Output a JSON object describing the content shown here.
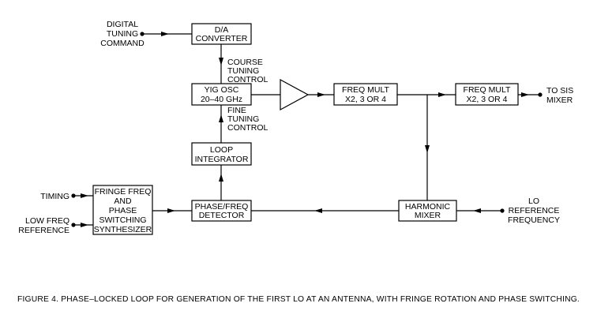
{
  "diagram": {
    "inputs": {
      "digital_tuning": [
        "DIGITAL",
        "TUNING",
        "COMMAND"
      ],
      "timing": "TIMING",
      "low_freq_ref": [
        "LOW FREQ",
        "REFERENCE"
      ],
      "lo_reference": [
        "LO",
        "REFERENCE",
        "FREQUENCY"
      ]
    },
    "outputs": {
      "to_sis": [
        "TO SIS",
        "MIXER"
      ]
    },
    "blocks": {
      "da_converter": [
        "D/A",
        "CONVERTER"
      ],
      "yig_osc": [
        "YIG OSC",
        "20–40 GHz"
      ],
      "freq_mult_1": [
        "FREQ MULT",
        "X2, 3 OR 4"
      ],
      "freq_mult_2": [
        "FREQ MULT",
        "X2, 3 OR 4"
      ],
      "loop_integrator": [
        "LOOP",
        "INTEGRATOR"
      ],
      "phase_freq_detector": [
        "PHASE/FREQ",
        "DETECTOR"
      ],
      "harmonic_mixer": [
        "HARMONIC",
        "MIXER"
      ],
      "synthesizer": [
        "FRINGE FREQ",
        "AND",
        "PHASE",
        "SWITCHING",
        "SYNTHESIZER"
      ]
    },
    "labels": {
      "course_tuning": [
        "COURSE",
        "TUNING",
        "CONTROL"
      ],
      "fine_tuning": [
        "FINE",
        "TUNING",
        "CONTROL"
      ]
    },
    "caption": "FIGURE 4.   PHASE–LOCKED LOOP FOR GENERATION OF THE FIRST LO AT AN ANTENNA, WITH FRINGE ROTATION AND PHASE SWITCHING."
  }
}
